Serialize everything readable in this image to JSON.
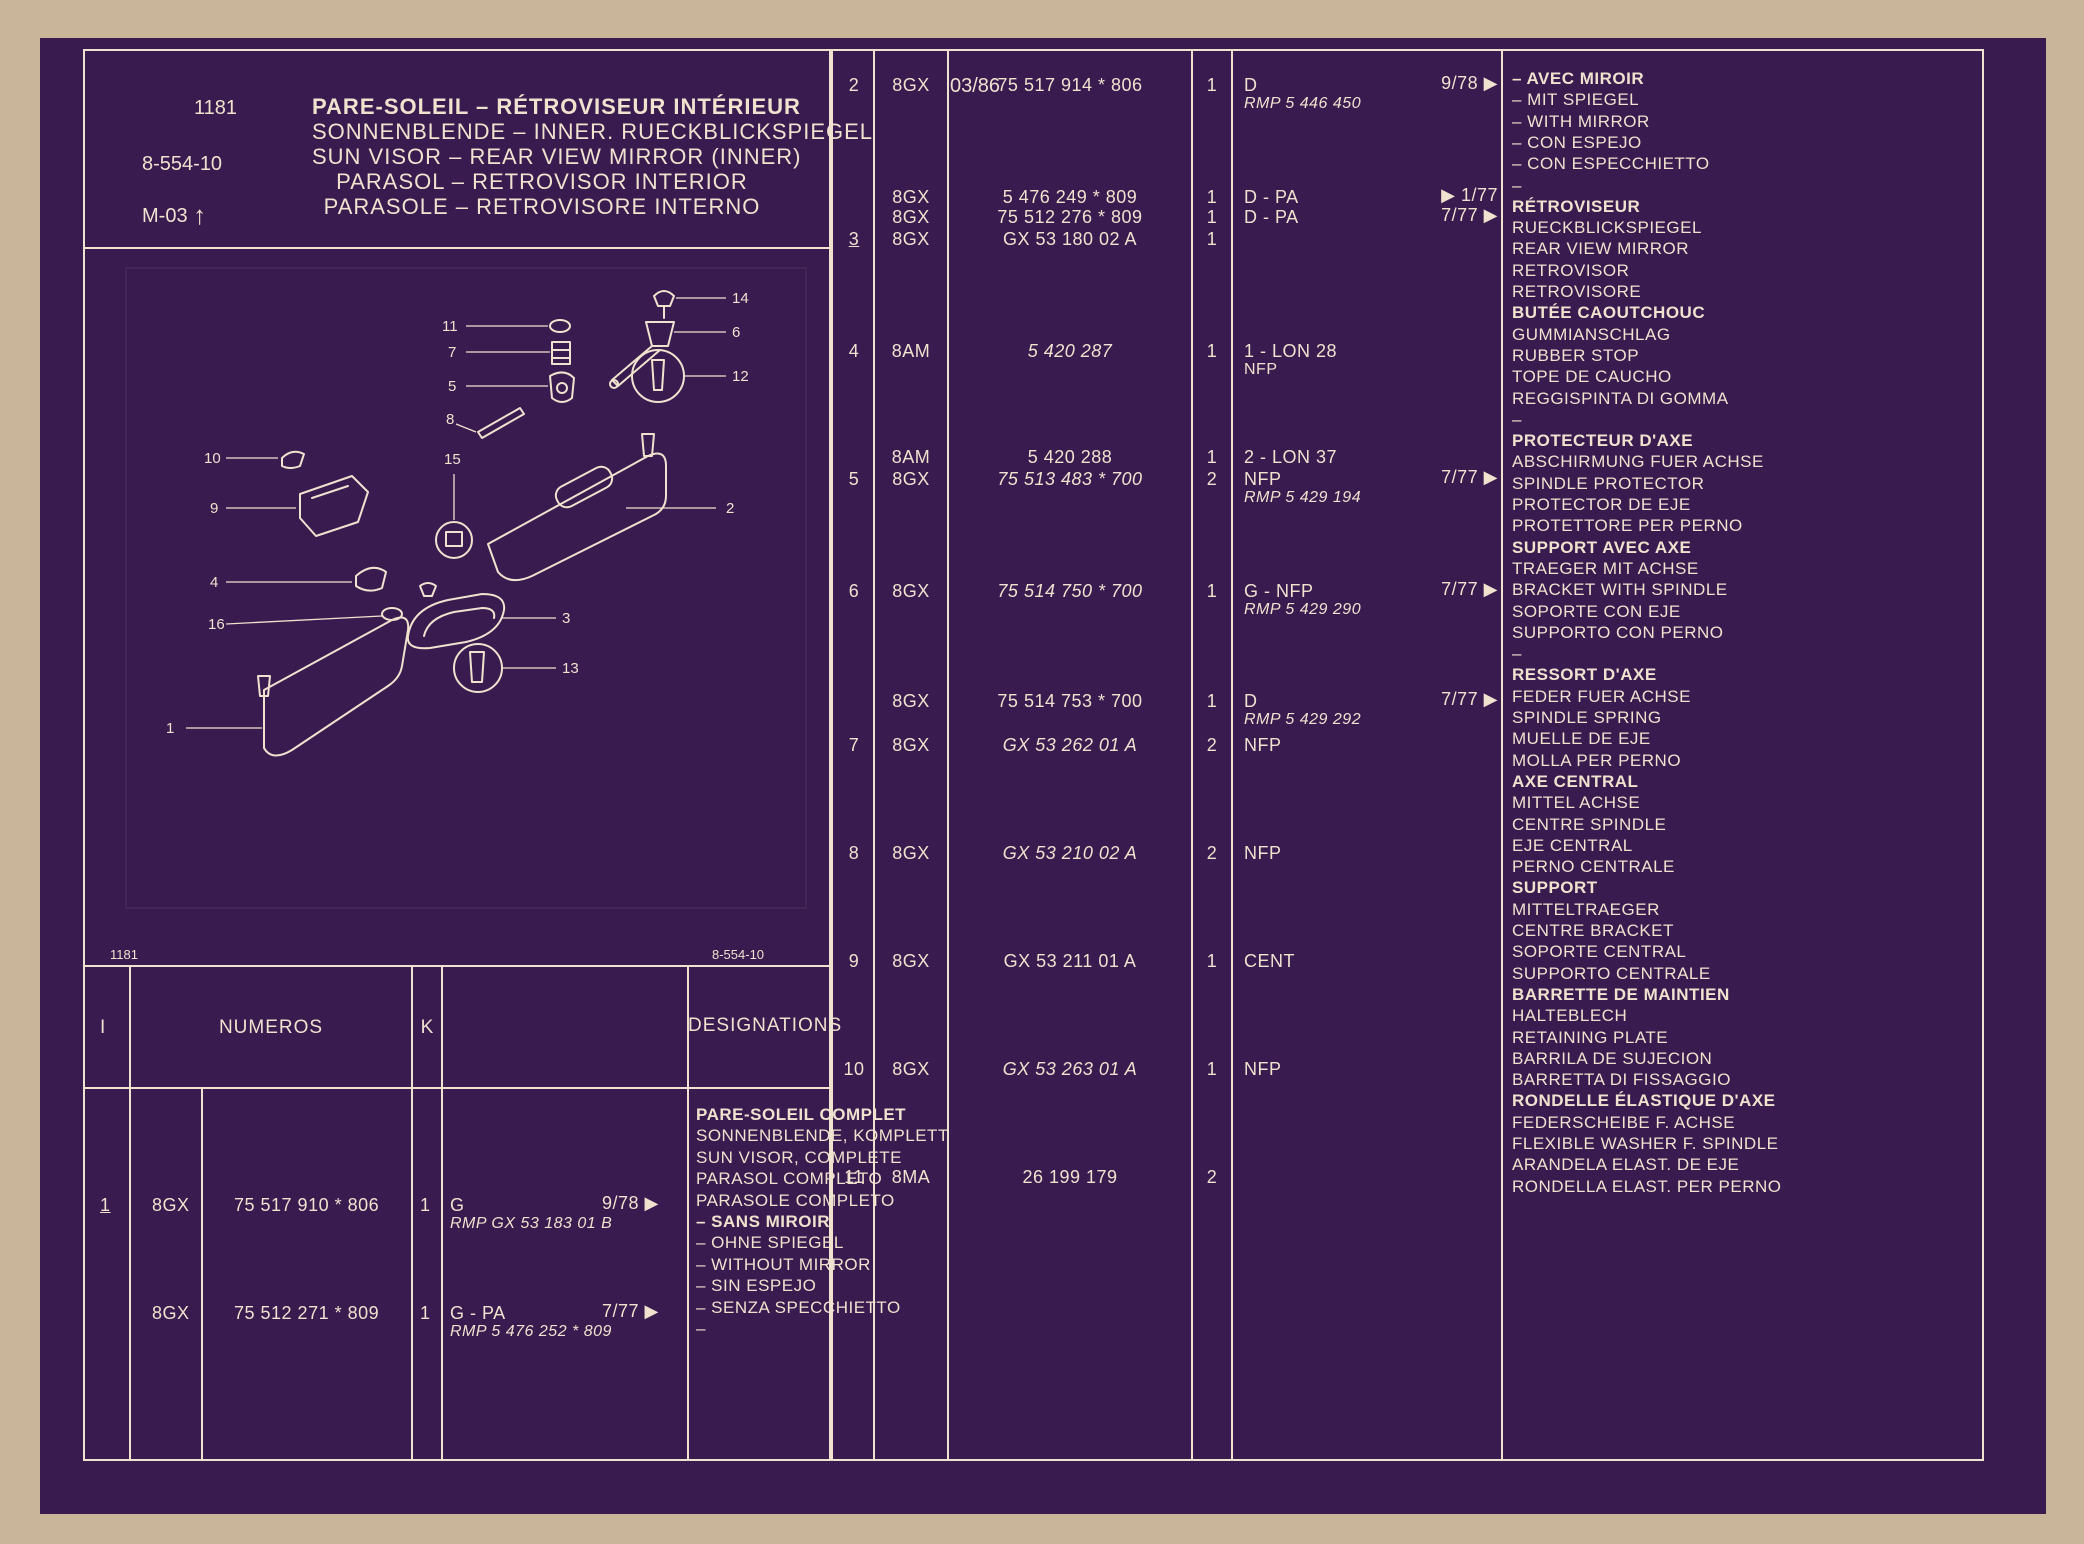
{
  "header": {
    "section": "1181",
    "drawing_ref": "8-554-10",
    "model": "M-03",
    "date": "03/86",
    "title_lines": [
      "PARE-SOLEIL – RÉTROVISEUR INTÉRIEUR",
      "SONNENBLENDE – INNER. RUECKBLICKSPIEGEL",
      "SUN VISOR – REAR VIEW MIRROR (INNER)",
      "PARASOL – RETROVISOR INTERIOR",
      "PARASOLE – RETROVISORE INTERNO"
    ]
  },
  "figure": {
    "footer_left": "1181",
    "footer_right": "8-554-10",
    "callouts": [
      "1",
      "2",
      "3",
      "4",
      "5",
      "6",
      "7",
      "8",
      "9",
      "10",
      "11",
      "12",
      "13",
      "14",
      "15",
      "16"
    ]
  },
  "columns": {
    "index": "I",
    "numbers": "NUMEROS",
    "k": "K",
    "designations": "DESIGNATIONS"
  },
  "left_rows": [
    {
      "index": "1",
      "group": "8GX",
      "number": "75 517 910 * 806",
      "qty": "1",
      "code": "G",
      "date": "9/78 ▶",
      "rmp": "RMP GX 53 183 01 B"
    },
    {
      "index": "",
      "group": "8GX",
      "number": "75 512 271 * 809",
      "qty": "1",
      "code": "G - PA",
      "date": "7/77 ▶",
      "rmp": "RMP 5 476 252 * 809"
    }
  ],
  "left_designations": [
    {
      "text": "PARE-SOLEIL COMPLET",
      "bold": true
    },
    {
      "text": "SONNENBLENDE, KOMPLETT",
      "bold": false
    },
    {
      "text": "SUN VISOR, COMPLETE",
      "bold": false
    },
    {
      "text": "PARASOL COMPLETO",
      "bold": false
    },
    {
      "text": "PARASOLE COMPLETO",
      "bold": false
    },
    {
      "text": "– SANS MIROIR",
      "bold": true
    },
    {
      "text": "– OHNE SPIEGEL",
      "bold": false
    },
    {
      "text": "– WITHOUT MIRROR",
      "bold": false
    },
    {
      "text": "– SIN ESPEJO",
      "bold": false
    },
    {
      "text": "– SENZA SPECCHIETTO",
      "bold": false
    },
    {
      "text": "–",
      "bold": false
    }
  ],
  "right_rows": [
    {
      "index": "2",
      "group": "8GX",
      "number": "75 517 914 * 806",
      "qty": "1",
      "code": "D",
      "date": "9/78 ▶",
      "rmp": "RMP 5 446 450"
    },
    {
      "index": "",
      "group": "8GX",
      "number": "5 476 249 * 809",
      "qty": "1",
      "code": "D - PA",
      "date": "▶ 1/77",
      "rmp": ""
    },
    {
      "index": "",
      "group": "8GX",
      "number": "75 512 276 * 809",
      "qty": "1",
      "code": "D - PA",
      "date": "7/77 ▶",
      "rmp": ""
    },
    {
      "index": "3",
      "group": "8GX",
      "number": "GX 53 180 02 A",
      "qty": "1",
      "code": "",
      "date": "",
      "rmp": ""
    },
    {
      "index": "4",
      "group": "8AM",
      "number": "5 420 287",
      "qty": "1",
      "code": "1 - LON 28",
      "date": "",
      "rmp": "NFP"
    },
    {
      "index": "",
      "group": "8AM",
      "number": "5 420 288",
      "qty": "1",
      "code": "2 - LON 37",
      "date": "",
      "rmp": ""
    },
    {
      "index": "5",
      "group": "8GX",
      "number": "75 513 483 * 700",
      "qty": "2",
      "code": "NFP",
      "date": "7/77 ▶",
      "rmp": "RMP 5 429 194"
    },
    {
      "index": "6",
      "group": "8GX",
      "number": "75 514 750 * 700",
      "qty": "1",
      "code": "G - NFP",
      "date": "7/77 ▶",
      "rmp": "RMP 5 429 290"
    },
    {
      "index": "",
      "group": "8GX",
      "number": "75 514 753 * 700",
      "qty": "1",
      "code": "D",
      "date": "7/77 ▶",
      "rmp": "RMP 5 429 292"
    },
    {
      "index": "7",
      "group": "8GX",
      "number": "GX 53 262 01 A",
      "qty": "2",
      "code": "NFP",
      "date": "",
      "rmp": ""
    },
    {
      "index": "8",
      "group": "8GX",
      "number": "GX 53 210 02 A",
      "qty": "2",
      "code": "NFP",
      "date": "",
      "rmp": ""
    },
    {
      "index": "9",
      "group": "8GX",
      "number": "GX 53 211 01 A",
      "qty": "1",
      "code": "CENT",
      "date": "",
      "rmp": ""
    },
    {
      "index": "10",
      "group": "8GX",
      "number": "GX 53 263 01 A",
      "qty": "1",
      "code": "NFP",
      "date": "",
      "rmp": ""
    },
    {
      "index": "11",
      "group": "8MA",
      "number": "26 199 179",
      "qty": "2",
      "code": "",
      "date": "",
      "rmp": ""
    }
  ],
  "right_designations": [
    {
      "text": "– AVEC MIROIR",
      "bold": true
    },
    {
      "text": "– MIT SPIEGEL",
      "bold": false
    },
    {
      "text": "– WITH MIRROR",
      "bold": false
    },
    {
      "text": "– CON ESPEJO",
      "bold": false
    },
    {
      "text": "– CON ESPECCHIETTO",
      "bold": false
    },
    {
      "text": "–",
      "bold": false
    },
    {
      "text": "RÉTROVISEUR",
      "bold": true
    },
    {
      "text": "RUECKBLICKSPIEGEL",
      "bold": false
    },
    {
      "text": "REAR VIEW MIRROR",
      "bold": false
    },
    {
      "text": "RETROVISOR",
      "bold": false
    },
    {
      "text": "RETROVISORE",
      "bold": false
    },
    {
      "text": "BUTÉE CAOUTCHOUC",
      "bold": true
    },
    {
      "text": "GUMMIANSCHLAG",
      "bold": false
    },
    {
      "text": "RUBBER STOP",
      "bold": false
    },
    {
      "text": "TOPE DE CAUCHO",
      "bold": false
    },
    {
      "text": "REGGISPINTA DI GOMMA",
      "bold": false
    },
    {
      "text": "–",
      "bold": false
    },
    {
      "text": "PROTECTEUR D'AXE",
      "bold": true
    },
    {
      "text": "ABSCHIRMUNG FUER ACHSE",
      "bold": false
    },
    {
      "text": "SPINDLE PROTECTOR",
      "bold": false
    },
    {
      "text": "PROTECTOR DE EJE",
      "bold": false
    },
    {
      "text": "PROTETTORE PER PERNO",
      "bold": false
    },
    {
      "text": "SUPPORT AVEC AXE",
      "bold": true
    },
    {
      "text": "TRAEGER MIT ACHSE",
      "bold": false
    },
    {
      "text": "BRACKET WITH SPINDLE",
      "bold": false
    },
    {
      "text": "SOPORTE CON EJE",
      "bold": false
    },
    {
      "text": "SUPPORTO CON PERNO",
      "bold": false
    },
    {
      "text": "–",
      "bold": false
    },
    {
      "text": "RESSORT D'AXE",
      "bold": true
    },
    {
      "text": "FEDER FUER ACHSE",
      "bold": false
    },
    {
      "text": "SPINDLE SPRING",
      "bold": false
    },
    {
      "text": "MUELLE DE EJE",
      "bold": false
    },
    {
      "text": "MOLLA PER PERNO",
      "bold": false
    },
    {
      "text": "AXE CENTRAL",
      "bold": true
    },
    {
      "text": "MITTEL ACHSE",
      "bold": false
    },
    {
      "text": "CENTRE SPINDLE",
      "bold": false
    },
    {
      "text": "EJE CENTRAL",
      "bold": false
    },
    {
      "text": "PERNO CENTRALE",
      "bold": false
    },
    {
      "text": "SUPPORT",
      "bold": true
    },
    {
      "text": "MITTELTRAEGER",
      "bold": false
    },
    {
      "text": "CENTRE BRACKET",
      "bold": false
    },
    {
      "text": "SOPORTE CENTRAL",
      "bold": false
    },
    {
      "text": "SUPPORTO CENTRALE",
      "bold": false
    },
    {
      "text": "BARRETTE DE MAINTIEN",
      "bold": true
    },
    {
      "text": "HALTEBLECH",
      "bold": false
    },
    {
      "text": "RETAINING PLATE",
      "bold": false
    },
    {
      "text": "BARRILA DE SUJECION",
      "bold": false
    },
    {
      "text": "BARRETTA DI FISSAGGIO",
      "bold": false
    },
    {
      "text": "RONDELLE ÉLASTIQUE D'AXE",
      "bold": true
    },
    {
      "text": "FEDERSCHEIBE F. ACHSE",
      "bold": false
    },
    {
      "text": "FLEXIBLE WASHER F. SPINDLE",
      "bold": false
    },
    {
      "text": "ARANDELA ELAST. DE EJE",
      "bold": false
    },
    {
      "text": "RONDELLA ELAST. PER PERNO",
      "bold": false
    }
  ],
  "colors": {
    "background": "#3a1b4f",
    "ink": "#efe2cf",
    "border": "#c9b69a"
  }
}
